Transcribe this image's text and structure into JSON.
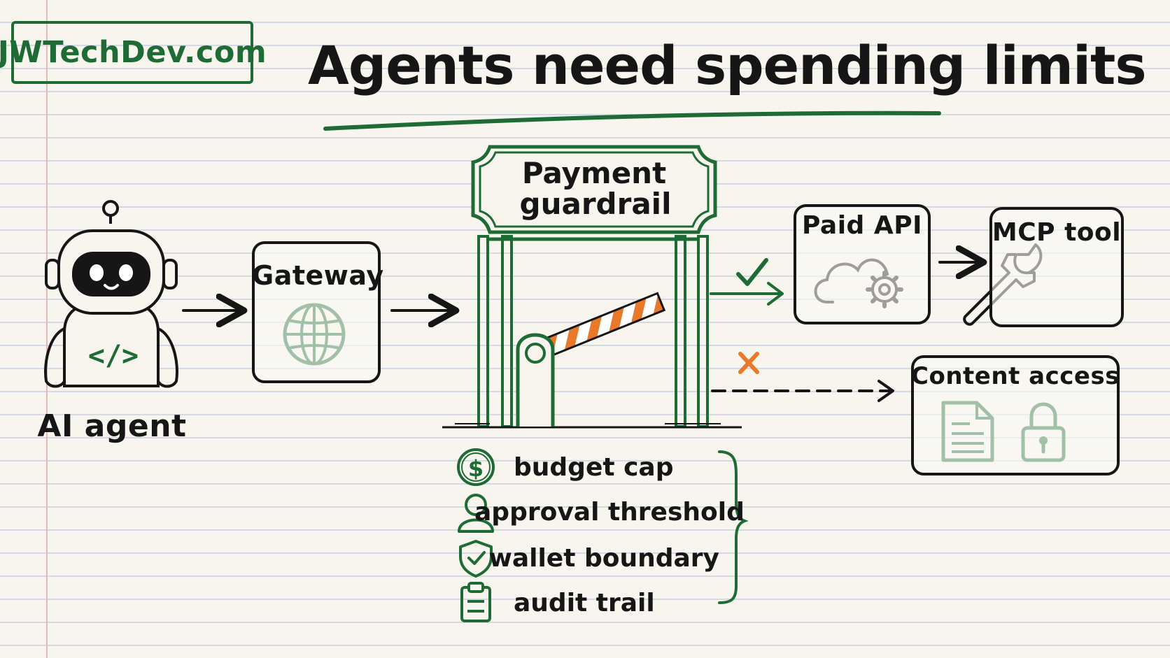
{
  "brand": {
    "text": "JWTechDev.com"
  },
  "title": "Agents need spending limits",
  "agent": {
    "label": "AI agent",
    "icon": "robot-icon",
    "code_symbol": "</>"
  },
  "gateway": {
    "label": "Gateway",
    "icon": "globe-icon"
  },
  "guardrail": {
    "label_line1": "Payment",
    "label_line2": "guardrail",
    "icon": "barrier-gate-icon"
  },
  "paid_api": {
    "label": "Paid API",
    "icon": "cloud-gear-icon"
  },
  "mcp_tool": {
    "label": "MCP tool",
    "icon": "wrench-icon"
  },
  "content_access": {
    "label": "Content access",
    "icons": [
      "document-icon",
      "lock-icon"
    ]
  },
  "decisions": {
    "approved_icon": "check-icon",
    "denied_icon": "x-icon"
  },
  "features": [
    {
      "label": "budget cap",
      "icon": "dollar-icon"
    },
    {
      "label": "approval threshold",
      "icon": "person-icon"
    },
    {
      "label": "wallet boundary",
      "icon": "shield-check-icon"
    },
    {
      "label": "audit trail",
      "icon": "clipboard-icon"
    }
  ],
  "colors": {
    "ink": "#161616",
    "green": "#1f6b35",
    "orange": "#e8782a",
    "paper": "#f7f5ee"
  }
}
